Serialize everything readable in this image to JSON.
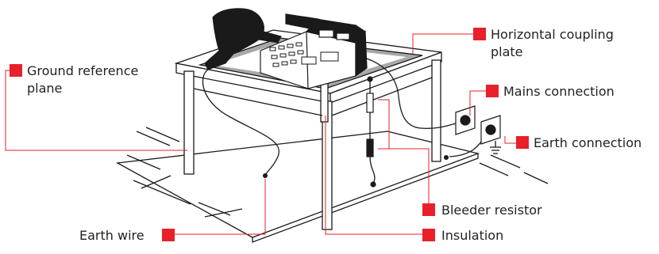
{
  "labels": {
    "ground_reference_plane_1": "Ground reference",
    "ground_reference_plane_2": "plane",
    "horizontal_coupling_plate_1": "Horizontal coupling",
    "horizontal_coupling_plate_2": "plate",
    "mains_connection": "Mains connection",
    "earth_connection": "Earth connection",
    "bleeder_resistor": "Bleeder resistor",
    "insulation": "Insulation",
    "earth_wire": "Earth wire"
  },
  "colors": {
    "marker": "#e8202a",
    "leader": "#e8202a",
    "line": "#1a1a1a",
    "plate": "#a8a8a8"
  }
}
